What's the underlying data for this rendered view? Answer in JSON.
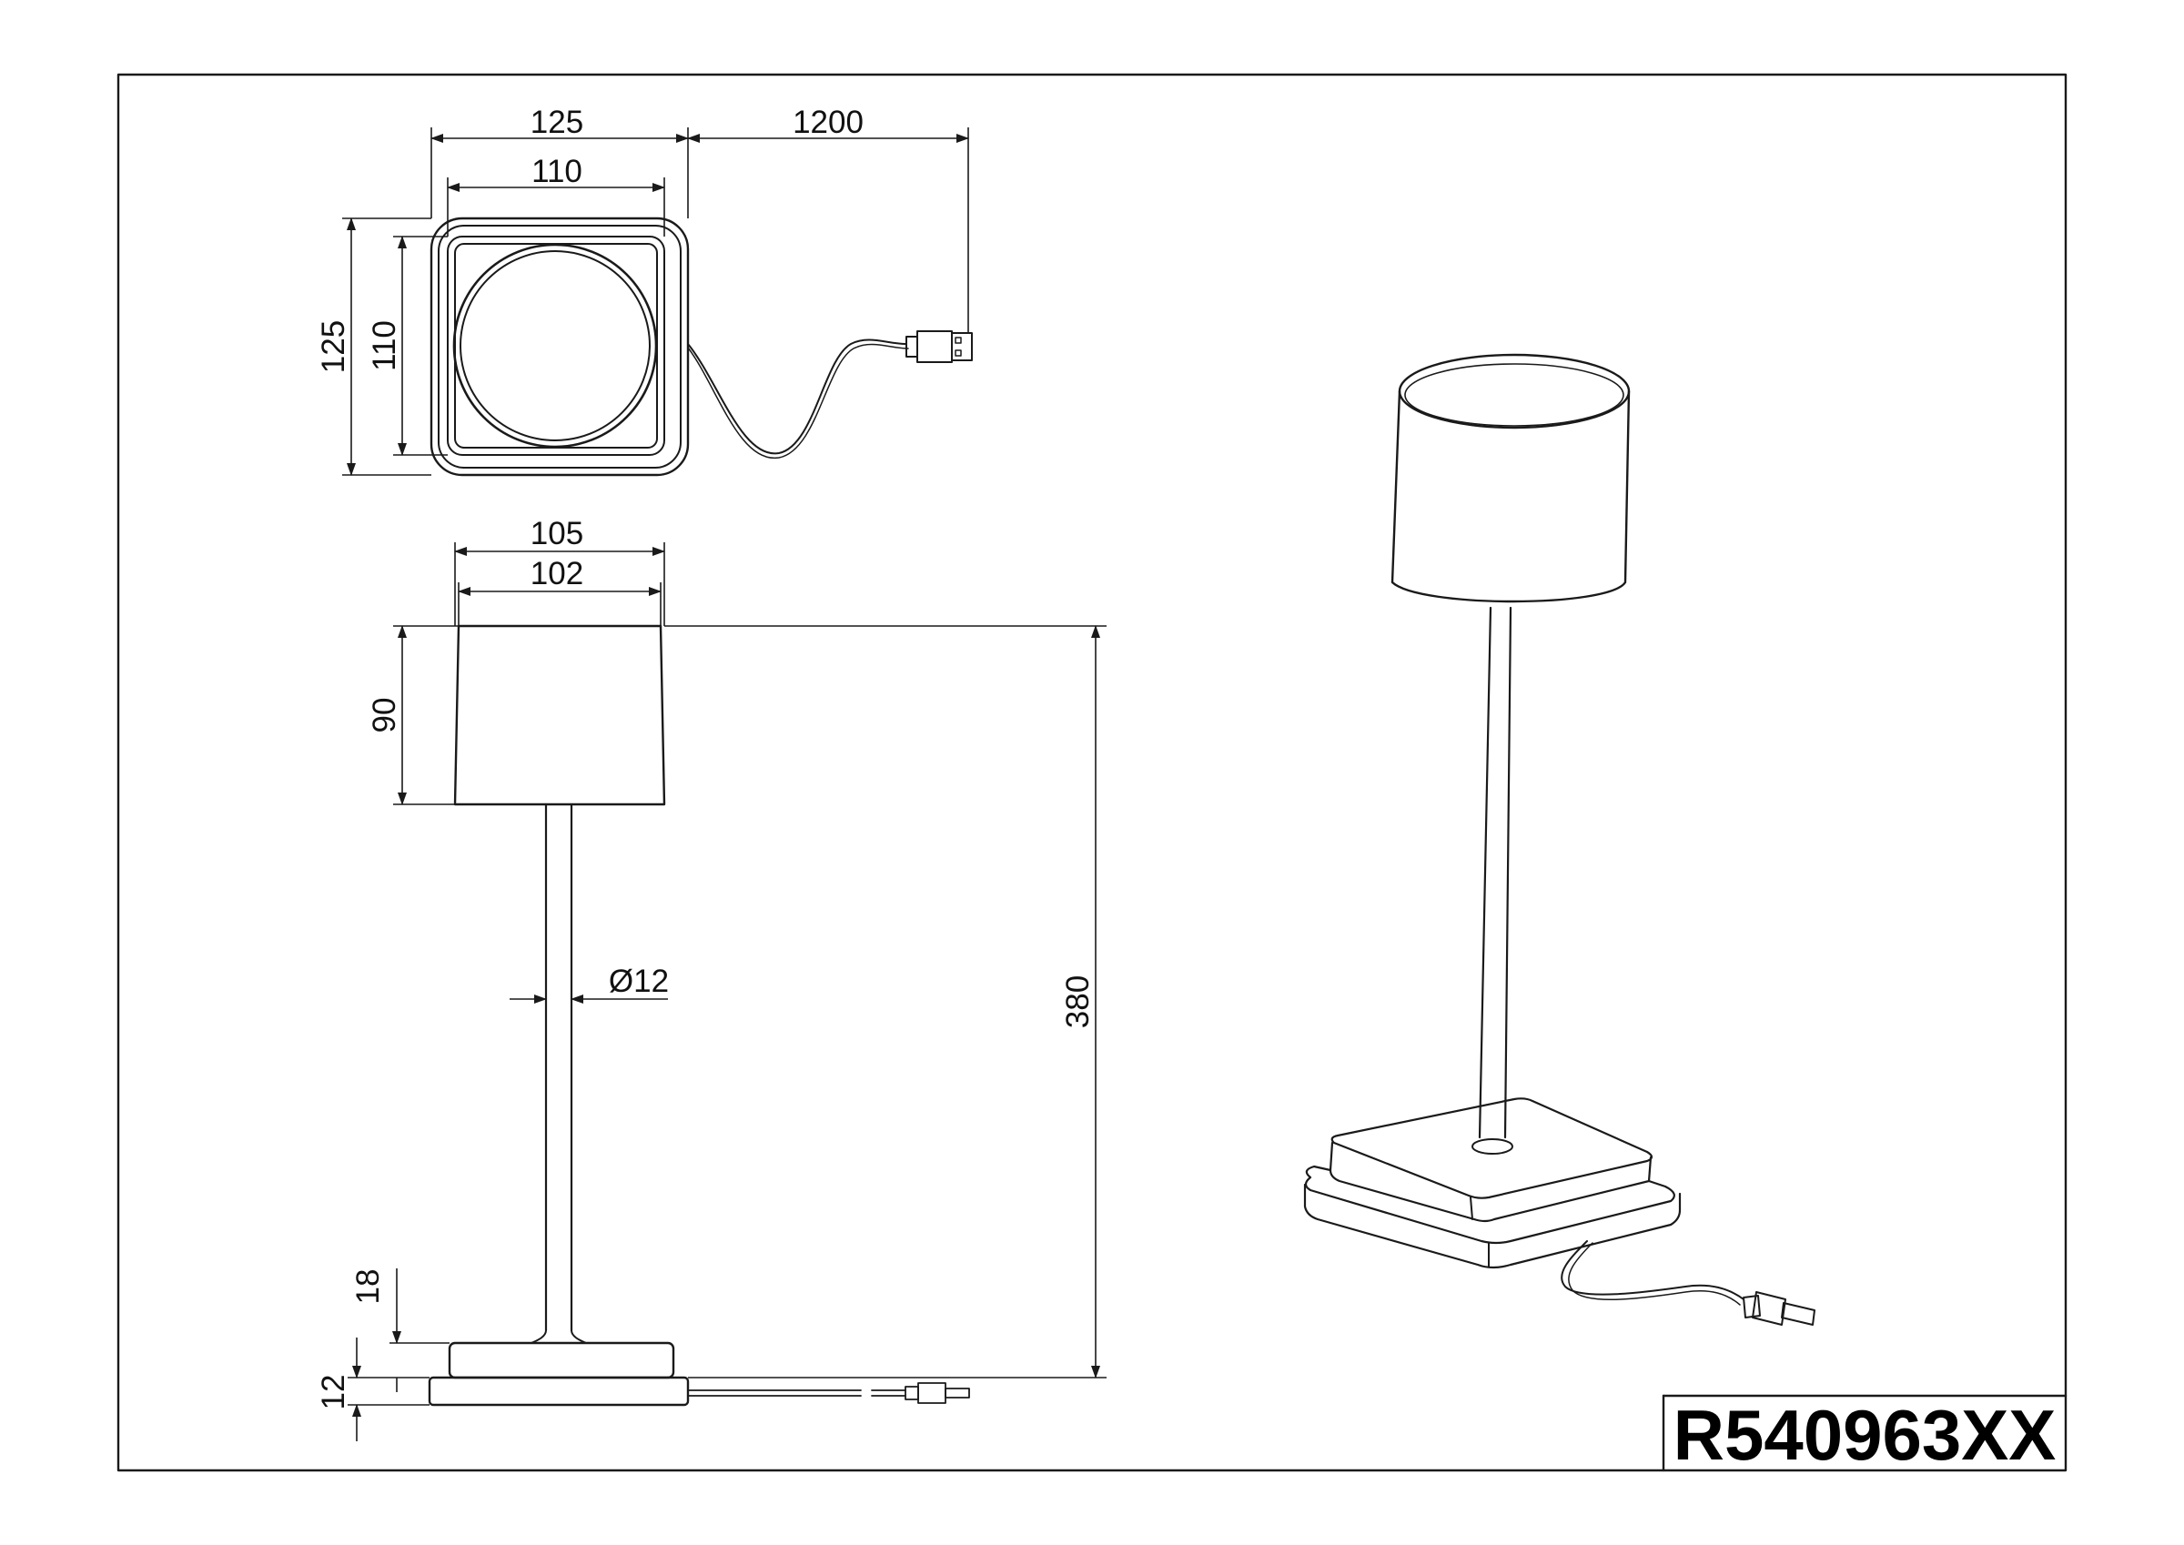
{
  "product_code": "R540963XX",
  "dimensions": {
    "top_outer_width": "125",
    "top_inner_width": "110",
    "cable_length": "1200",
    "top_outer_depth": "125",
    "top_inner_depth": "110",
    "shade_top_width": "105",
    "shade_bottom_width": "102",
    "shade_height": "90",
    "stem_diameter": "Ø12",
    "total_height": "380",
    "base_upper_height": "18",
    "base_lower_height": "12"
  },
  "views": [
    "top-view",
    "side-view",
    "perspective-view"
  ],
  "colors": {
    "line": "#1a1a1a",
    "background": "#ffffff"
  }
}
